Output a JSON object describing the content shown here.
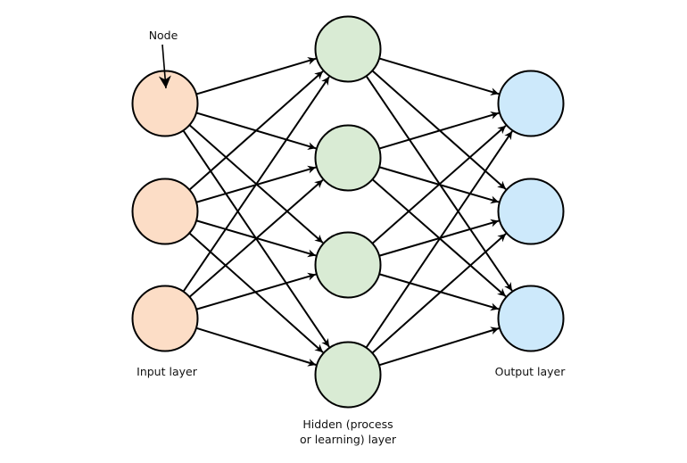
{
  "labels": {
    "node": "Node",
    "input_layer": "Input layer",
    "hidden_layer_line1": "Hidden (process",
    "hidden_layer_line2": "or learning) layer",
    "output_layer": "Output layer"
  },
  "layers": [
    {
      "name": "input",
      "nodes": 3,
      "fill": "#fcddc6"
    },
    {
      "name": "hidden",
      "nodes": 4,
      "fill": "#d9ebd4"
    },
    {
      "name": "output",
      "nodes": 3,
      "fill": "#cde9fb"
    }
  ],
  "connectivity": "fully-connected",
  "stroke_color": "#000000"
}
